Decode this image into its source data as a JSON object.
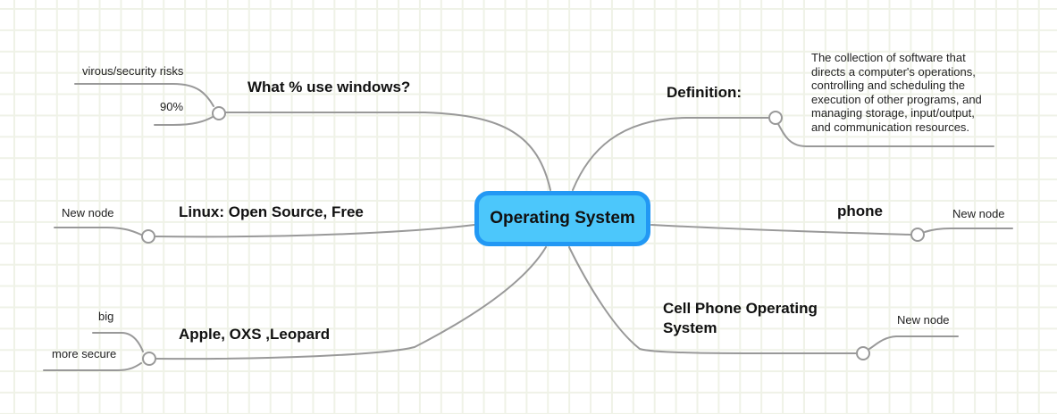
{
  "root": {
    "label": "Operating System"
  },
  "branches": [
    {
      "label": "What % use windows?",
      "children": [
        {
          "label": "virous/security risks"
        },
        {
          "label": "90%"
        }
      ]
    },
    {
      "label": "Definition:",
      "children": [
        {
          "label": "The collection of software that\ndirects a computer's operations,\ncontrolling and scheduling the\nexecution of other programs, and\nmanaging storage, input/output,\nand communication resources."
        }
      ]
    },
    {
      "label": "Linux: Open Source, Free",
      "children": [
        {
          "label": "New node"
        }
      ]
    },
    {
      "label": "phone",
      "children": [
        {
          "label": "New node"
        }
      ]
    },
    {
      "label": "Apple, OXS ,Leopard",
      "children": [
        {
          "label": "big"
        },
        {
          "label": "more secure"
        }
      ]
    },
    {
      "label": "Cell Phone Operating System",
      "children": [
        {
          "label": "New node"
        }
      ]
    }
  ],
  "colors": {
    "root_fill": "#4cc7fb",
    "root_border": "#2298f4",
    "connector_gray": "#999999",
    "grid_line": "#eff2e7",
    "text": "#1c1c1c"
  }
}
